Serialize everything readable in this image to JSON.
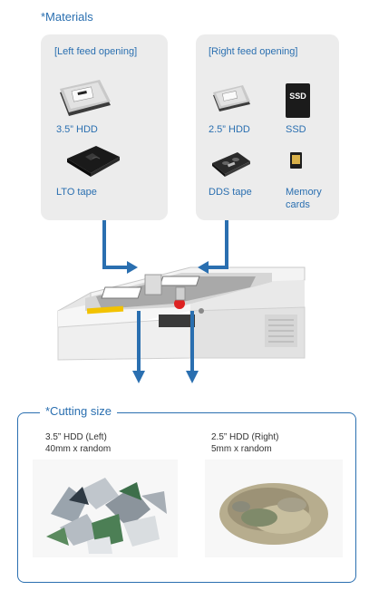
{
  "materials": {
    "heading": "*Materials",
    "left": {
      "title": "[Left feed opening]",
      "items": [
        {
          "label": "3.5” HDD",
          "icon": "hdd-icon"
        },
        {
          "label": "LTO tape",
          "icon": "tape-cartridge-icon"
        }
      ]
    },
    "right": {
      "title": "[Right feed opening]",
      "items": [
        {
          "label": "2.5” HDD",
          "icon": "hdd-icon"
        },
        {
          "label": "SSD",
          "icon": "ssd-icon",
          "icon_text": "SSD"
        },
        {
          "label": "DDS tape",
          "icon": "dds-tape-icon"
        },
        {
          "label_line1": "Memory",
          "label_line2": "cards",
          "icon": "memory-card-icon"
        }
      ]
    }
  },
  "cutting": {
    "heading": "*Cutting size",
    "left": {
      "line1": "3.5” HDD (Left)",
      "line2": "40mm x random"
    },
    "right": {
      "line1": "2.5” HDD (Right)",
      "line2": "5mm x random"
    }
  },
  "colors": {
    "accent": "#2a6fb0",
    "panel": "#ececec"
  }
}
